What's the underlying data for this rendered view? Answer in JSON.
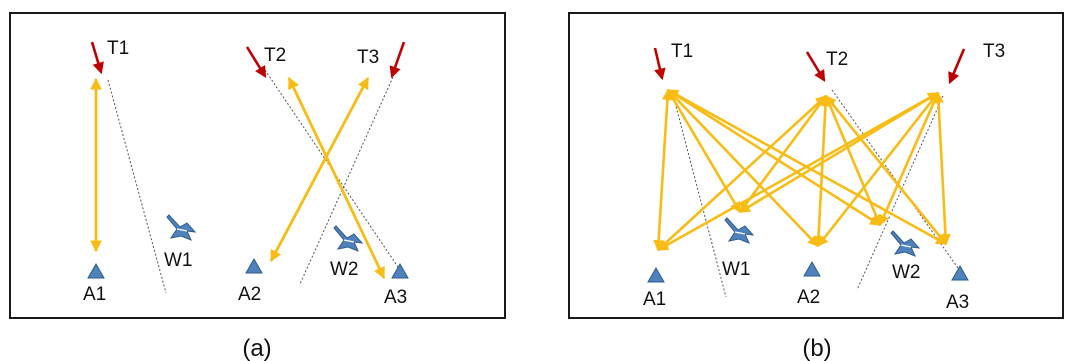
{
  "colors": {
    "arrow": "#F9BC15",
    "incoming": "#C00000",
    "node": "#4F81BD",
    "node_stroke": "#2E5C8A",
    "dashed": "#555555",
    "border": "#1a1a1a"
  },
  "icons": {
    "node": "triangle-icon",
    "drone": "drone-icon",
    "incoming": "incoming-arrow-icon"
  },
  "panels": [
    {
      "id": "a",
      "caption": "(a)",
      "targets": [
        {
          "label": "T1"
        },
        {
          "label": "T2"
        },
        {
          "label": "T3"
        }
      ],
      "anchors": [
        {
          "label": "A1"
        },
        {
          "label": "A2"
        },
        {
          "label": "A3"
        }
      ],
      "drones": [
        {
          "label": "W1"
        },
        {
          "label": "W2"
        }
      ]
    },
    {
      "id": "b",
      "caption": "(b)",
      "targets": [
        {
          "label": "T1"
        },
        {
          "label": "T2"
        },
        {
          "label": "T3"
        }
      ],
      "anchors": [
        {
          "label": "A1"
        },
        {
          "label": "A2"
        },
        {
          "label": "A3"
        }
      ],
      "drones": [
        {
          "label": "W1"
        },
        {
          "label": "W2"
        }
      ]
    }
  ]
}
